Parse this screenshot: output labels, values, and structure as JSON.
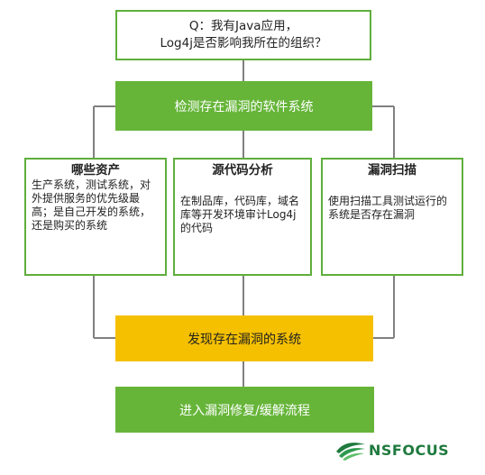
{
  "question": {
    "line1": "Q：我有Java应用，",
    "line2": "Log4j是否影响我所在的组织？"
  },
  "detect_label": "检测存在漏洞的软件系统",
  "cards": [
    {
      "title": "哪些资产",
      "body": "生产系统，测试系统，对外提供服务的优先级最高；是自己开发的系统，还是购买的系统"
    },
    {
      "title": "源代码分析",
      "body": "在制品库，代码库，域名库等开发环境审计Log4j的代码"
    },
    {
      "title": "漏洞扫描",
      "body": "使用扫描工具测试运行的系统是否存在漏洞"
    }
  ],
  "found_label": "发现存在漏洞的系统",
  "enter_label": "进入漏洞修复/缓解流程",
  "logo": {
    "text": "NSFOCUS",
    "icon": "nsfocus-logo-icon"
  },
  "colors": {
    "green": "#66b539",
    "green_border": "#5fae3c",
    "yellow": "#f5c000",
    "connector": "#808080",
    "logo_green": "#1f7a3e"
  }
}
